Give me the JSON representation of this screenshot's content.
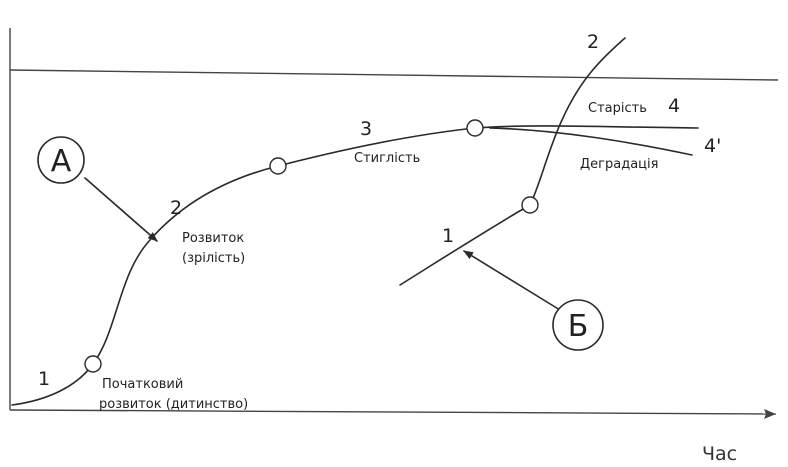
{
  "axis": {
    "x_label": "Час"
  },
  "main_curve": {
    "stage_numbers": [
      "1",
      "2",
      "3",
      "4",
      "4'"
    ],
    "stage_labels": {
      "initial_line1": "Початковий",
      "initial_line2": "розвиток (дитинство)",
      "development_line1": "Розвиток",
      "development_line2": "(зрілість)",
      "maturity": "Стиглість",
      "aging": "Старість",
      "degradation": "Деградація"
    }
  },
  "branch_curve": {
    "stage_numbers": [
      "1",
      "2"
    ]
  },
  "markers": {
    "a": "А",
    "b": "Б"
  }
}
